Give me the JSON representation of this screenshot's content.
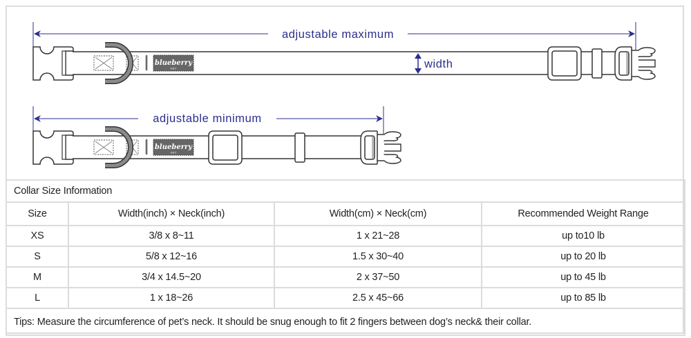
{
  "diagram": {
    "max_label": "adjustable maximum",
    "min_label": "adjustable minimum",
    "width_label": "width",
    "logo_text": "blueberry",
    "logo_sub": "PET",
    "accent_color": "#2b2e8c"
  },
  "table": {
    "caption": "Collar Size Information",
    "headers": [
      "Size",
      "Width(inch)  × Neck(inch)",
      "Width(cm)  × Neck(cm)",
      "Recommended Weight Range"
    ],
    "rows": [
      [
        "XS",
        "3/8 x 8~11",
        "1 x 21~28",
        "up to10 lb"
      ],
      [
        "S",
        "5/8 x 12~16",
        "1.5 x 30~40",
        "up to 20 lb"
      ],
      [
        "M",
        "3/4 x 14.5~20",
        "2 x 37~50",
        "up to 45 lb"
      ],
      [
        "L",
        "1 x 18~26",
        "2.5 x 45~66",
        "up to 85 lb"
      ]
    ],
    "tips": "Tips: Measure the circumference of pet’s neck. It should be snug enough to fit 2 fingers between dog’s neck& their collar."
  }
}
